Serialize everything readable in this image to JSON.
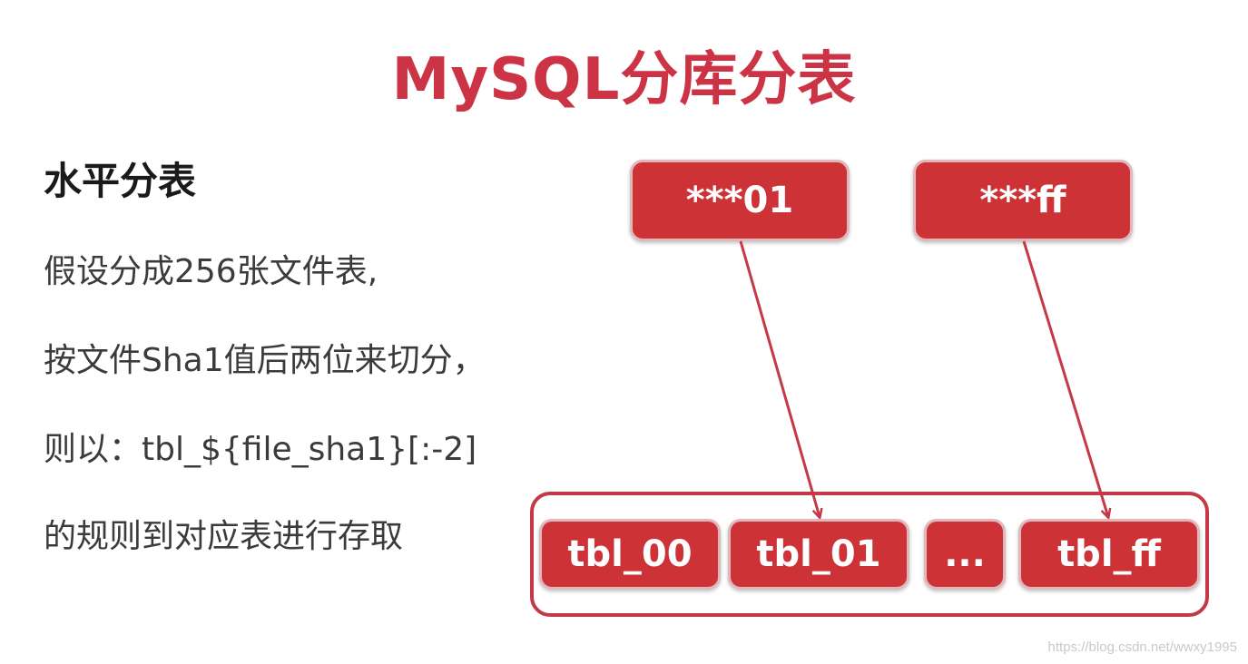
{
  "title": "MySQL分库分表",
  "subtitle": "水平分表",
  "lines": [
    "假设分成256张文件表,",
    "按文件Sha1值后两位来切分，",
    "则以：tbl_${file_sha1}[:-2]",
    "的规则到对应表进行存取"
  ],
  "diagram": {
    "hash_boxes": [
      "***01",
      "***ff"
    ],
    "tables": [
      "tbl_00",
      "tbl_01",
      "...",
      "tbl_ff"
    ],
    "arrows": [
      {
        "from": "***01",
        "to": "tbl_01"
      },
      {
        "from": "***ff",
        "to": "tbl_ff"
      }
    ]
  },
  "colors": {
    "title": "#cc3344",
    "box_fill": "#cc3236",
    "arrow": "#c43848"
  },
  "watermark": "https://blog.csdn.net/wwxy1995"
}
